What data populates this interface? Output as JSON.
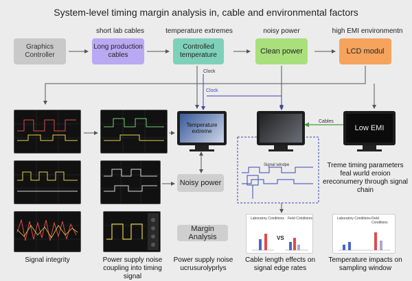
{
  "title": "System-level timing margin analysis in, cable and environmental factors",
  "columns": {
    "c1": "short lab cables",
    "c2": "temperature extremes",
    "c3": "noisy power",
    "c4": "high EMI environmentn"
  },
  "flow": {
    "graphics_controller": "Graphics Controller",
    "long_cables": "Long production cables",
    "controlled_temp": "Controlled temperature",
    "clean_power": "Clean power",
    "lcd_module": "LCD modul"
  },
  "clock_labels": {
    "clock_top": "Clock",
    "clock_bottom": "Clock"
  },
  "monitors": {
    "temp_screen": "Temperature extreme",
    "lowemi_screen": "Low EMI",
    "cables_label": "Cables"
  },
  "middle": {
    "noisy_power": "Noisy power",
    "margin_analysis": "Margin Analysis",
    "signal_window": "Signal windpe"
  },
  "right_note": "Treme timing parameters feal wurld eroion ereconumery through signal chain",
  "panels": {
    "left_head_a": "Laboratory Conditions",
    "left_head_b": "Field Conditions",
    "right_head_a": "Laboratory Conditions",
    "right_head_b": "Field Conditions",
    "vs": "VS"
  },
  "captions": {
    "signal_integrity": "Signal integrity",
    "power_noise_coupling": "Power supply noise coupling into timing signal",
    "power_noise_garbled": "Power supply noise ucrusurolyprlys",
    "cable_length": "Cable length effects on signal edge rates",
    "temperature_impacts": "Temperature impacts on sampling window"
  },
  "colors": {
    "gray_box": "#c9c9c9",
    "purple_box": "#b9a9f2",
    "teal_box": "#7fd0b8",
    "green_box": "#a9e07c",
    "orange_box": "#f6a35e",
    "scope_bg": "#111111",
    "trace_red": "#e04b4b",
    "trace_yellow": "#e8d44d",
    "trace_green": "#6fd36f",
    "dashed_blue": "#3a45b5"
  },
  "icons": [
    "arrow-right-icon",
    "arrow-down-icon",
    "monitor-icon",
    "oscilloscope-icon",
    "vs-icon"
  ]
}
